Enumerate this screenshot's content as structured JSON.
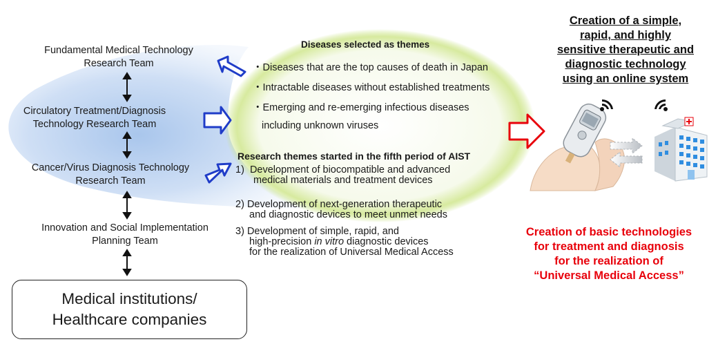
{
  "teams": [
    {
      "line1": "Fundamental Medical Technology",
      "line2": "Research Team"
    },
    {
      "line1": "Circulatory Treatment/Diagnosis",
      "line2": "Technology Research Team"
    },
    {
      "line1": "Cancer/Virus Diagnosis Technology",
      "line2": "Research Team"
    },
    {
      "line1": "Innovation and Social Implementation",
      "line2": "Planning Team"
    }
  ],
  "medical_box": {
    "line1": "Medical institutions/",
    "line2": "Healthcare companies"
  },
  "diseases": {
    "title": "Diseases selected as themes",
    "items": [
      "・Diseases that are the top causes of death in Japan",
      "・Intractable diseases without established treatments",
      "・Emerging and re-emerging infectious diseases",
      "including unknown viruses"
    ]
  },
  "research": {
    "title": "Research themes started in the fifth period of AIST",
    "items": [
      {
        "num": "1)",
        "line1": "Development of biocompatible and advanced",
        "line2": "medical materials and treatment devices"
      },
      {
        "num": "2)",
        "line1": "Development of next-generation therapeutic",
        "line2": "and diagnostic devices to meet unmet needs"
      },
      {
        "num": "3)",
        "line1": "Development of simple, rapid, and",
        "line2_pre": "high-precision ",
        "line2_em": "in vitro",
        "line2_post": " diagnostic devices",
        "line3": "for the realization of Universal Medical Access"
      }
    ]
  },
  "right_title": [
    "Creation of a simple,",
    "rapid, and highly",
    "sensitive therapeutic and",
    "diagnostic technology",
    "using an online system"
  ],
  "red_text": [
    "Creation of basic technologies",
    "for treatment and diagnosis",
    "for the realization of",
    "“Universal Medical Access”"
  ],
  "colors": {
    "blue_arrow": "#1f3cc8",
    "red_arrow": "#e8000b",
    "accent_red": "#e8000b",
    "halo_green": "#c6e27a",
    "blue_glow": "#a9c6ec"
  }
}
